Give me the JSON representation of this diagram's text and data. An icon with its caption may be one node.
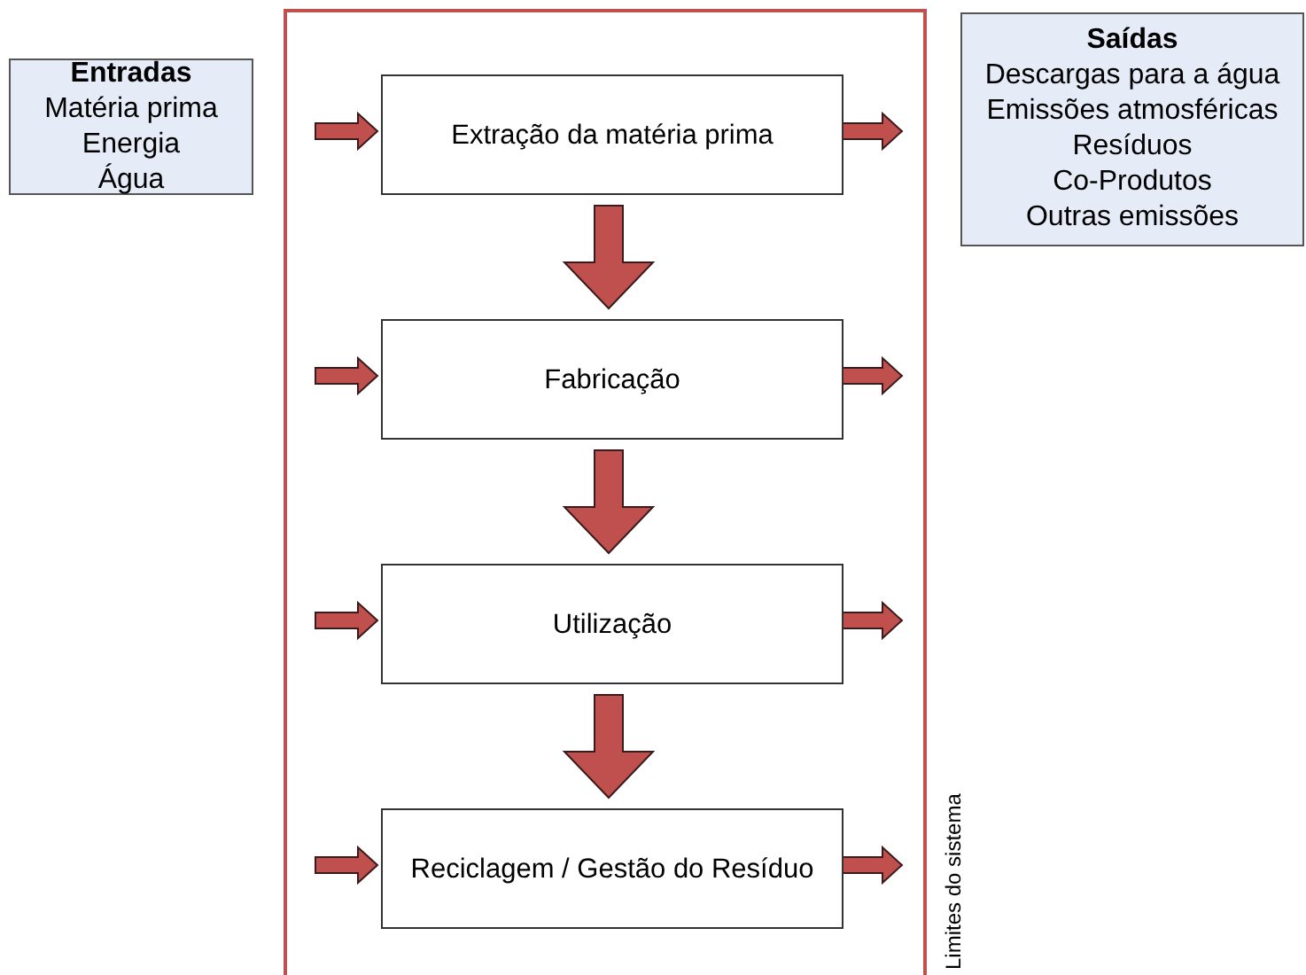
{
  "diagram": {
    "nodes": [
      {
        "text": [
          "Entradas",
          "Matéria prima",
          "Energia",
          "Água"
        ]
      },
      {
        "text": [
          "Saídas",
          "Descargas para a água",
          "Emissões atmosféricas",
          "Resíduos",
          "Co-Produtos",
          "Outras emissões"
        ]
      },
      {
        "text": [],
        "shape": "box",
        "beside": [
          "Limites do sistema"
        ]
      },
      {
        "text": [
          "Extração da matéria prima"
        ],
        "in": 2
      },
      {
        "text": [
          "Fabricação"
        ],
        "in": 2
      },
      {
        "text": [
          "Utilização"
        ],
        "in": 2
      },
      {
        "text": [
          "Reciclagem / Gestão do Resíduo"
        ],
        "in": 2
      }
    ],
    "edges": [
      {
        "from": null,
        "to": 3,
        "arrow": "to"
      },
      {
        "from": 3,
        "to": null,
        "arrow": "to"
      },
      {
        "from": 3,
        "to": 4,
        "arrow": "to",
        "style": "thick"
      },
      {
        "from": null,
        "to": 4,
        "arrow": "to"
      },
      {
        "from": 4,
        "to": null,
        "arrow": "to"
      },
      {
        "from": 4,
        "to": 5,
        "arrow": "to",
        "style": "thick"
      },
      {
        "from": null,
        "to": 5,
        "arrow": "to"
      },
      {
        "from": 5,
        "to": null,
        "arrow": "to"
      },
      {
        "from": 5,
        "to": 6,
        "arrow": "to",
        "style": "thick"
      },
      {
        "from": null,
        "to": 6,
        "arrow": "to"
      },
      {
        "from": 6,
        "to": null,
        "arrow": "to"
      }
    ]
  }
}
